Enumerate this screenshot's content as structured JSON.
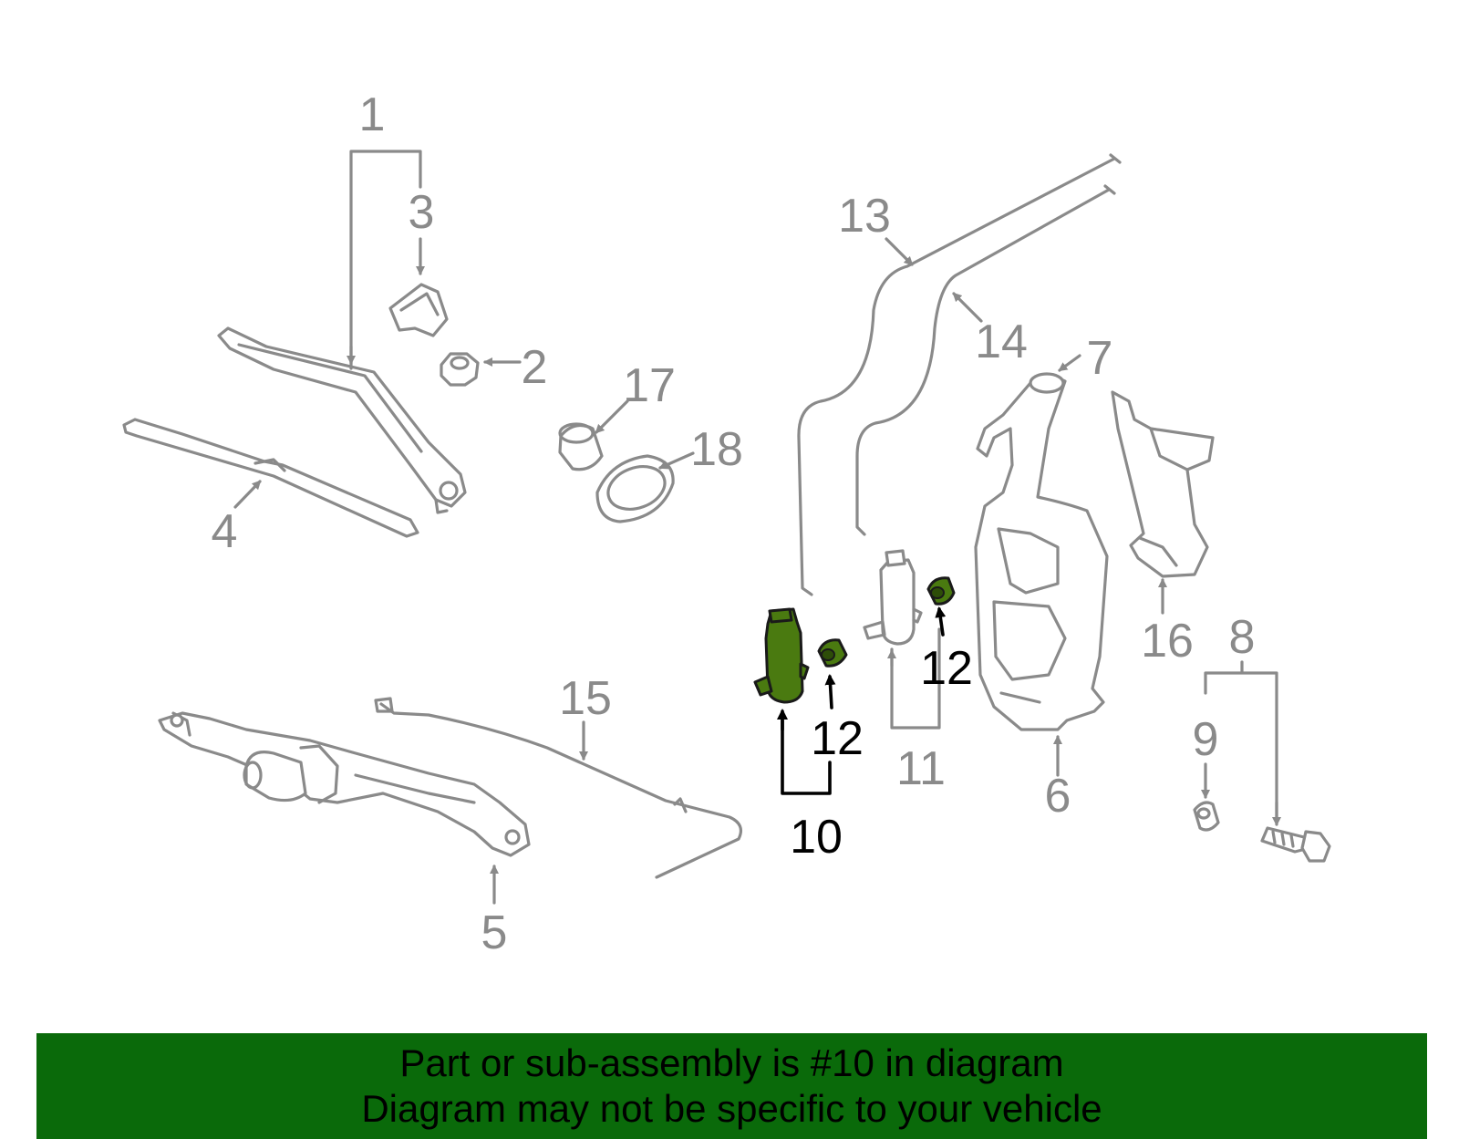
{
  "labels": {
    "l1": "1",
    "l2": "2",
    "l3": "3",
    "l4": "4",
    "l5": "5",
    "l6": "6",
    "l7": "7",
    "l8": "8",
    "l9": "9",
    "l10": "10",
    "l11": "11",
    "l12a": "12",
    "l12b": "12",
    "l13": "13",
    "l14": "14",
    "l15": "15",
    "l16": "16",
    "l17": "17",
    "l18": "18"
  },
  "banner": {
    "line1": "Part or sub-assembly is #10 in diagram",
    "line2": "Diagram may not be specific to your vehicle"
  },
  "colors": {
    "part_outline": "#8a8a8a",
    "highlight_fill": "#4a7a10",
    "banner_bg": "#0a6a0a",
    "text": "#000000"
  }
}
